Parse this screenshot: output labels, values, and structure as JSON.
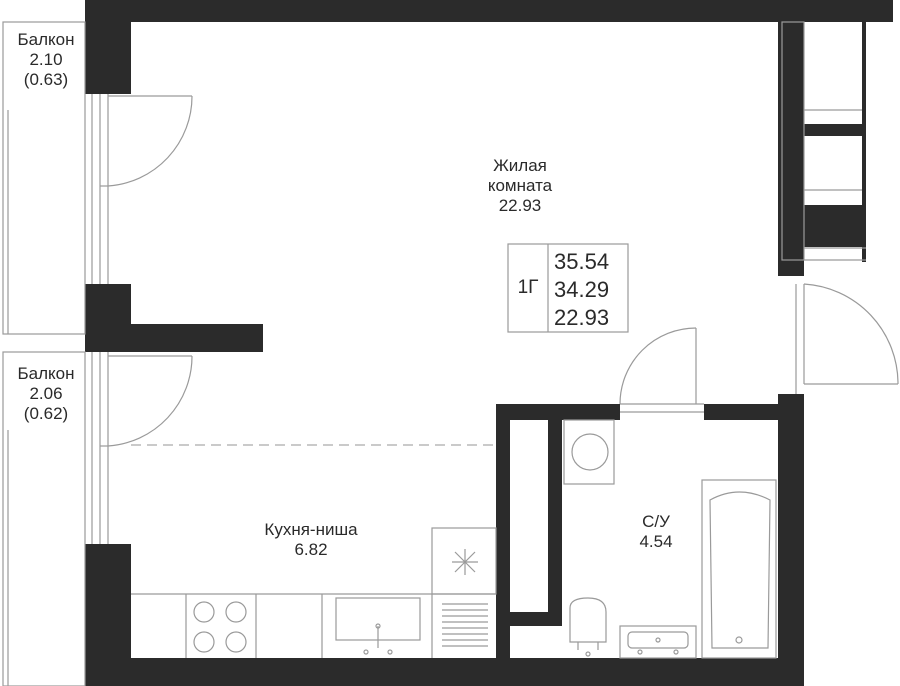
{
  "rooms": {
    "living": {
      "name_line1": "Жилая",
      "name_line2": "комната",
      "area": "22.93"
    },
    "balcony_top": {
      "name": "Балкон",
      "area": "2.10",
      "area_adj": "(0.63)"
    },
    "balcony_bottom": {
      "name": "Балкон",
      "area": "2.06",
      "area_adj": "(0.62)"
    },
    "kitchen": {
      "name": "Кухня-ниша",
      "area": "6.82"
    },
    "bathroom": {
      "name": "С/У",
      "area": "4.54"
    }
  },
  "summary": {
    "type": "1Г",
    "total_area": "35.54",
    "living_total": "34.29",
    "living_area": "22.93"
  },
  "colors": {
    "wall": "#2b2b2b",
    "line": "#9a9a9a",
    "background": "#ffffff"
  }
}
